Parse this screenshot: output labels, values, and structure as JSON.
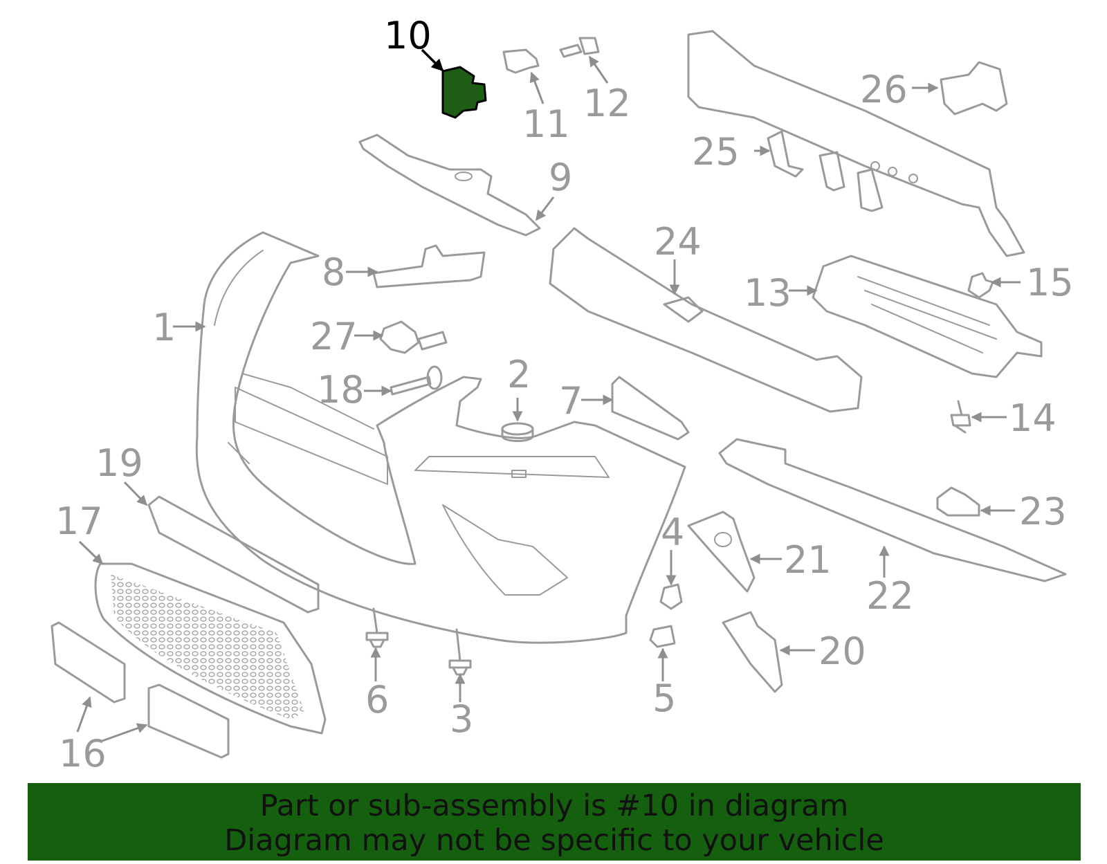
{
  "diagram": {
    "highlighted_part": "10",
    "callouts": [
      "1",
      "2",
      "3",
      "4",
      "5",
      "6",
      "7",
      "8",
      "9",
      "10",
      "11",
      "12",
      "13",
      "14",
      "15",
      "16",
      "17",
      "18",
      "19",
      "20",
      "21",
      "22",
      "23",
      "24",
      "25",
      "26",
      "27"
    ],
    "colors": {
      "highlight": "#1f5d16",
      "part_lines": "#9a9a9a",
      "banner": "#14600e"
    }
  },
  "banner": {
    "line1": "Part or sub-assembly is #10 in diagram",
    "line2": "Diagram may not be specific to your vehicle"
  }
}
